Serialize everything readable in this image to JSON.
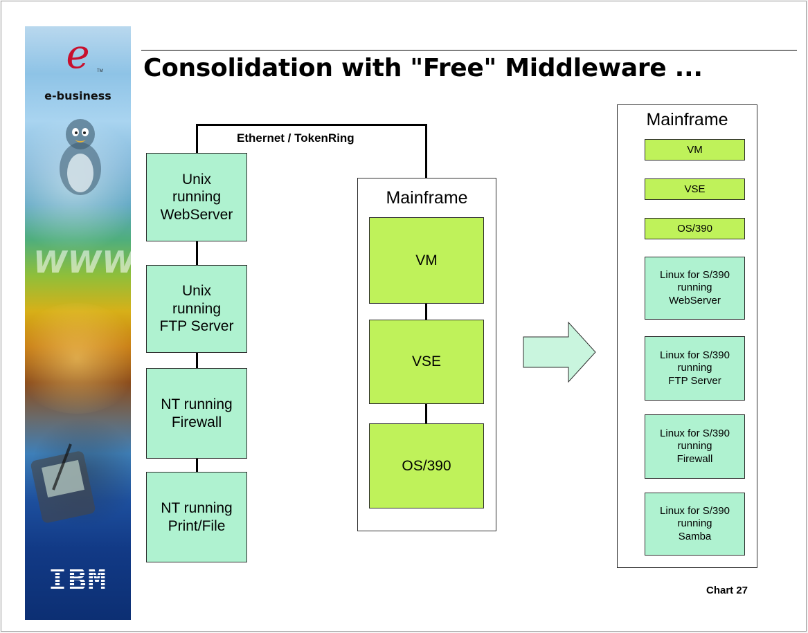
{
  "branding": {
    "e_mark": "e",
    "tm": "TM",
    "e_business": "e-business",
    "www": "WWW.",
    "ibm_logo": "IBM"
  },
  "title": "Consolidation with \"Free\" Middleware ...",
  "network_label": "Ethernet / TokenRing",
  "servers": [
    {
      "label": "Unix\nrunning\nWebServer"
    },
    {
      "label": "Unix\nrunning\nFTP Server"
    },
    {
      "label": "NT running\nFirewall"
    },
    {
      "label": "NT running\nPrint/File"
    }
  ],
  "mainframe_before": {
    "title": "Mainframe",
    "systems": [
      "VM",
      "VSE",
      "OS/390"
    ]
  },
  "mainframe_after": {
    "title": "Mainframe",
    "systems": [
      "VM",
      "VSE",
      "OS/390"
    ],
    "linux_guests": [
      "Linux for S/390\nrunning\nWebServer",
      "Linux for S/390\nrunning\nFTP Server",
      "Linux for S/390\nrunning\nFirewall",
      "Linux for S/390\nrunning\nSamba"
    ]
  },
  "footer": {
    "chart_number": "Chart 27"
  },
  "colors": {
    "server_fill": "#aff2d0",
    "system_fill": "#bff25a",
    "arrow_fill": "#c9f5de",
    "ibm_red": "#c8102e"
  },
  "icons": {
    "arrow": "right-arrow-icon"
  }
}
